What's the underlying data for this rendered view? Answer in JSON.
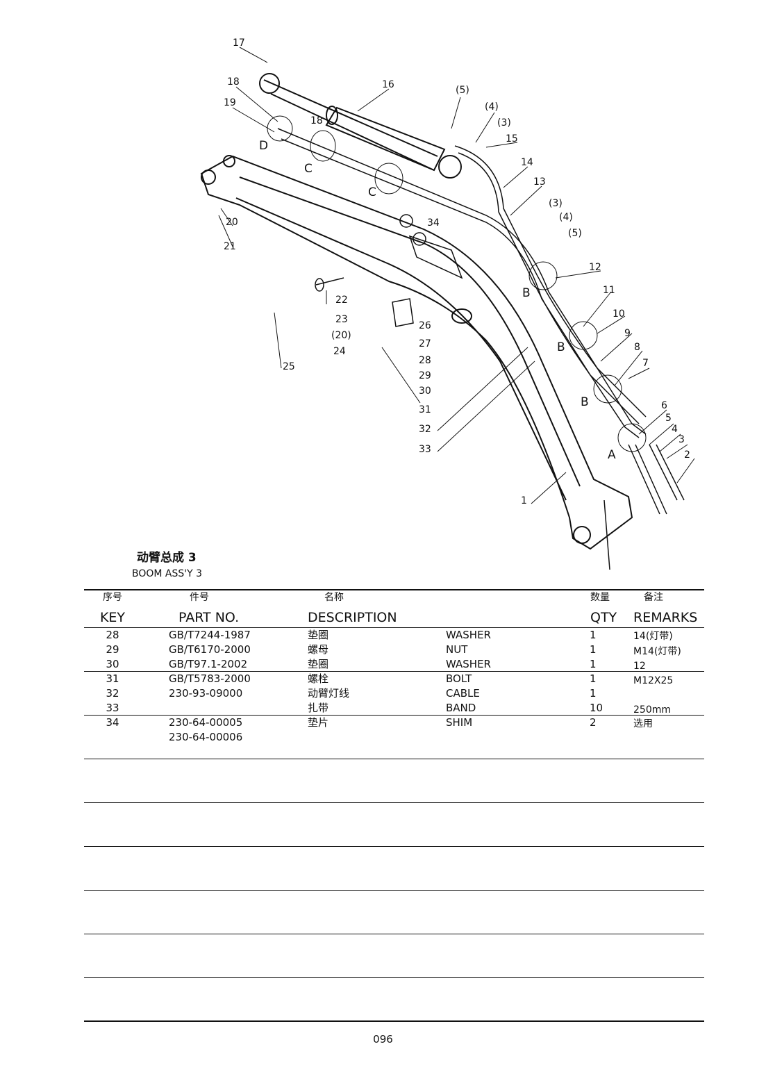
{
  "title_cn": "动臂总成 3",
  "title_en": "BOOM ASS'Y 3",
  "diagram_labels": [
    "17",
    "18",
    "19",
    "16",
    "18",
    "(5)",
    "(4)",
    "(3)",
    "15",
    "14",
    "13",
    "(3)",
    "(4)",
    "(5)",
    "20",
    "21",
    "34",
    "22",
    "23",
    "(20)",
    "24",
    "25",
    "26",
    "27",
    "28",
    "29",
    "30",
    "31",
    "32",
    "33",
    "12",
    "11",
    "10",
    "9",
    "8",
    "7",
    "6",
    "5",
    "4",
    "3",
    "2",
    "1",
    "C",
    "C",
    "D",
    "B",
    "B",
    "B",
    "A"
  ],
  "headers": {
    "key_cn": "序号",
    "key_en": "KEY",
    "part_cn": "件号",
    "part_en": "PART NO.",
    "desc_cn": "名称",
    "desc_en": "DESCRIPTION",
    "qty_cn": "数量",
    "qty_en": "QTY",
    "rem_cn": "备注",
    "rem_en": "REMARKS"
  },
  "rows": [
    {
      "key": "28",
      "part": "GB/T7244-1987",
      "cn": "垫圈",
      "en": "WASHER",
      "qty": "1",
      "rem": "14(灯带)"
    },
    {
      "key": "29",
      "part": "GB/T6170-2000",
      "cn": "螺母",
      "en": "NUT",
      "qty": "1",
      "rem": "M14(灯带)"
    },
    {
      "key": "30",
      "part": "GB/T97.1-2002",
      "cn": "垫圈",
      "en": "WASHER",
      "qty": "1",
      "rem": "12"
    },
    {
      "key": "31",
      "part": "GB/T5783-2000",
      "cn": "螺栓",
      "en": "BOLT",
      "qty": "1",
      "rem": "M12X25"
    },
    {
      "key": "32",
      "part": "230-93-09000",
      "cn": "动臂灯线",
      "en": "CABLE",
      "qty": "1",
      "rem": ""
    },
    {
      "key": "33",
      "part": "",
      "cn": "扎带",
      "en": "BAND",
      "qty": "10",
      "rem": "250mm"
    },
    {
      "key": "34",
      "part": "230-64-00005",
      "cn": "垫片",
      "en": "SHIM",
      "qty": "2",
      "rem": "选用"
    },
    {
      "key": "",
      "part": "230-64-00006",
      "cn": "",
      "en": "",
      "qty": "",
      "rem": ""
    }
  ],
  "page_number": "096"
}
